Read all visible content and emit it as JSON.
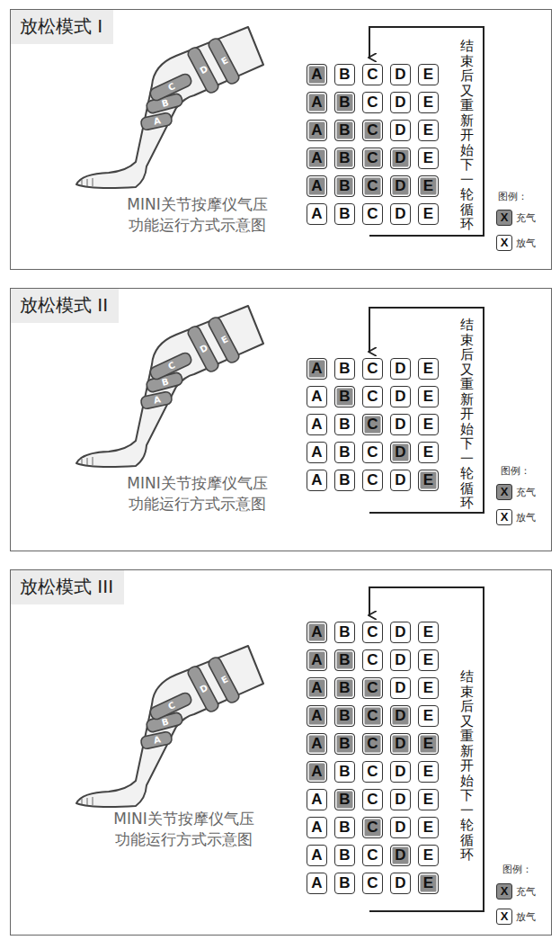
{
  "diagram": {
    "nodes": [
      {
        "text": [
          "放松模式 I"
        ]
      },
      {
        "text": [
          "A"
        ],
        "in": 0
      },
      {
        "text": [
          "B"
        ],
        "in": 0
      },
      {
        "text": [
          "C"
        ],
        "in": 0
      },
      {
        "text": [
          "D"
        ],
        "in": 0
      },
      {
        "text": [
          "E"
        ],
        "in": 0
      },
      {
        "text": [
          "A"
        ],
        "in": 0
      },
      {
        "text": [
          "B"
        ],
        "in": 0
      },
      {
        "text": [
          "C"
        ],
        "in": 0
      },
      {
        "text": [
          "D"
        ],
        "in": 0
      },
      {
        "text": [
          "E"
        ],
        "in": 0
      },
      {
        "text": [
          "A"
        ],
        "in": 0
      },
      {
        "text": [
          "B"
        ],
        "in": 0
      },
      {
        "text": [
          "C"
        ],
        "in": 0
      },
      {
        "text": [
          "D"
        ],
        "in": 0
      },
      {
        "text": [
          "E"
        ],
        "in": 0
      },
      {
        "text": [
          "A"
        ],
        "in": 0
      },
      {
        "text": [
          "B"
        ],
        "in": 0
      },
      {
        "text": [
          "C"
        ],
        "in": 0
      },
      {
        "text": [
          "D"
        ],
        "in": 0
      },
      {
        "text": [
          "E"
        ],
        "in": 0
      },
      {
        "text": [
          "A"
        ],
        "in": 0
      },
      {
        "text": [
          "B"
        ],
        "in": 0
      },
      {
        "text": [
          "C"
        ],
        "in": 0
      },
      {
        "text": [
          "D"
        ],
        "in": 0
      },
      {
        "text": [
          "E"
        ],
        "in": 0
      },
      {
        "text": [
          "A"
        ],
        "in": 0
      },
      {
        "text": [
          "B"
        ],
        "in": 0
      },
      {
        "text": [
          "C"
        ],
        "in": 0
      },
      {
        "text": [
          "D"
        ],
        "in": 0
      },
      {
        "text": [
          "E"
        ],
        "in": 0
      },
      {
        "text": [
          "放松模式 II"
        ]
      },
      {
        "text": [
          "A"
        ],
        "in": 31
      },
      {
        "text": [
          "B"
        ],
        "in": 31
      },
      {
        "text": [
          "C"
        ],
        "in": 31
      },
      {
        "text": [
          "D"
        ],
        "in": 31
      },
      {
        "text": [
          "E"
        ],
        "in": 31
      },
      {
        "text": [
          "A"
        ],
        "in": 31
      },
      {
        "text": [
          "B"
        ],
        "in": 31
      },
      {
        "text": [
          "C"
        ],
        "in": 31
      },
      {
        "text": [
          "D"
        ],
        "in": 31
      },
      {
        "text": [
          "E"
        ],
        "in": 31
      },
      {
        "text": [
          "A"
        ],
        "in": 31
      },
      {
        "text": [
          "B"
        ],
        "in": 31
      },
      {
        "text": [
          "C"
        ],
        "in": 31
      },
      {
        "text": [
          "D"
        ],
        "in": 31
      },
      {
        "text": [
          "E"
        ],
        "in": 31
      },
      {
        "text": [
          "A"
        ],
        "in": 31
      },
      {
        "text": [
          "B"
        ],
        "in": 31
      },
      {
        "text": [
          "C"
        ],
        "in": 31
      },
      {
        "text": [
          "D"
        ],
        "in": 31
      },
      {
        "text": [
          "E"
        ],
        "in": 31
      },
      {
        "text": [
          "A"
        ],
        "in": 31
      },
      {
        "text": [
          "B"
        ],
        "in": 31
      },
      {
        "text": [
          "C"
        ],
        "in": 31
      },
      {
        "text": [
          "D"
        ],
        "in": 31
      },
      {
        "text": [
          "E"
        ],
        "in": 31
      },
      {
        "text": [
          "放松模式 III"
        ]
      },
      {
        "text": [
          "A"
        ],
        "in": 57
      },
      {
        "text": [
          "B"
        ],
        "in": 57
      },
      {
        "text": [
          "C"
        ],
        "in": 57
      },
      {
        "text": [
          "D"
        ],
        "in": 57
      },
      {
        "text": [
          "E"
        ],
        "in": 57
      },
      {
        "text": [
          "A"
        ],
        "in": 57
      },
      {
        "text": [
          "B"
        ],
        "in": 57
      },
      {
        "text": [
          "C"
        ],
        "in": 57
      },
      {
        "text": [
          "D"
        ],
        "in": 57
      },
      {
        "text": [
          "E"
        ],
        "in": 57
      },
      {
        "text": [
          "A"
        ],
        "in": 57
      },
      {
        "text": [
          "B"
        ],
        "in": 57
      },
      {
        "text": [
          "C"
        ],
        "in": 57
      },
      {
        "text": [
          "D"
        ],
        "in": 57
      },
      {
        "text": [
          "E"
        ],
        "in": 57
      },
      {
        "text": [
          "A"
        ],
        "in": 57
      },
      {
        "text": [
          "B"
        ],
        "in": 57
      },
      {
        "text": [
          "C"
        ],
        "in": 57
      },
      {
        "text": [
          "D"
        ],
        "in": 57
      },
      {
        "text": [
          "E"
        ],
        "in": 57
      },
      {
        "text": [
          "A"
        ],
        "in": 57
      },
      {
        "text": [
          "B"
        ],
        "in": 57
      },
      {
        "text": [
          "C"
        ],
        "in": 57
      },
      {
        "text": [
          "D"
        ],
        "in": 57
      },
      {
        "text": [
          "E"
        ],
        "in": 57
      },
      {
        "text": [
          "A"
        ],
        "in": 57
      },
      {
        "text": [
          "B"
        ],
        "in": 57
      },
      {
        "text": [
          "C"
        ],
        "in": 57
      },
      {
        "text": [
          "D"
        ],
        "in": 57
      },
      {
        "text": [
          "E"
        ],
        "in": 57
      },
      {
        "text": [
          "A"
        ],
        "in": 57
      },
      {
        "text": [
          "B"
        ],
        "in": 57
      },
      {
        "text": [
          "C"
        ],
        "in": 57
      },
      {
        "text": [
          "D"
        ],
        "in": 57
      },
      {
        "text": [
          "E"
        ],
        "in": 57
      },
      {
        "text": [
          "A"
        ],
        "in": 57
      },
      {
        "text": [
          "B"
        ],
        "in": 57
      },
      {
        "text": [
          "C"
        ],
        "in": 57
      },
      {
        "text": [
          "D"
        ],
        "in": 57
      },
      {
        "text": [
          "E"
        ],
        "in": 57
      },
      {
        "text": [
          "A"
        ],
        "in": 57
      },
      {
        "text": [
          "B"
        ],
        "in": 57
      },
      {
        "text": [
          "C"
        ],
        "in": 57
      },
      {
        "text": [
          "D"
        ],
        "in": 57
      },
      {
        "text": [
          "E"
        ],
        "in": 57
      },
      {
        "text": [
          "A"
        ],
        "in": 57
      },
      {
        "text": [
          "B"
        ],
        "in": 57
      },
      {
        "text": [
          "C"
        ],
        "in": 57
      },
      {
        "text": [
          "D"
        ],
        "in": 57
      },
      {
        "text": [
          "E"
        ],
        "in": 57
      }
    ],
    "labels": [
      "A",
      "B",
      "C",
      "D",
      "E",
      "MINI关节按摩仪气压 功能运行方式示意图",
      "结束后又重新开始下一轮循环",
      "图例：",
      "X",
      "X",
      "A",
      "B",
      "C",
      "D",
      "E",
      "MINI关节按摩仪气压 功能运行方式示意图",
      "结束后又重新开始下一轮循环",
      "图例：",
      "X",
      "X",
      "A",
      "B",
      "C",
      "D",
      "E",
      "MINI关节按摩仪气压 功能运行方式示意图",
      "结束后又重新开始下一轮循环",
      "图例：",
      "X",
      "X"
    ],
    "legend": [
      {
        "text": "充气",
        "color": "#8c8c8c"
      },
      {
        "text": "放气",
        "color": "#ffffff"
      },
      {
        "text": "充气",
        "color": "#8c8c8c"
      },
      {
        "text": "放气",
        "color": "#ffffff"
      },
      {
        "text": "充气",
        "color": "#8c8c8c"
      },
      {
        "text": "放气",
        "color": "#ffffff"
      }
    ]
  }
}
